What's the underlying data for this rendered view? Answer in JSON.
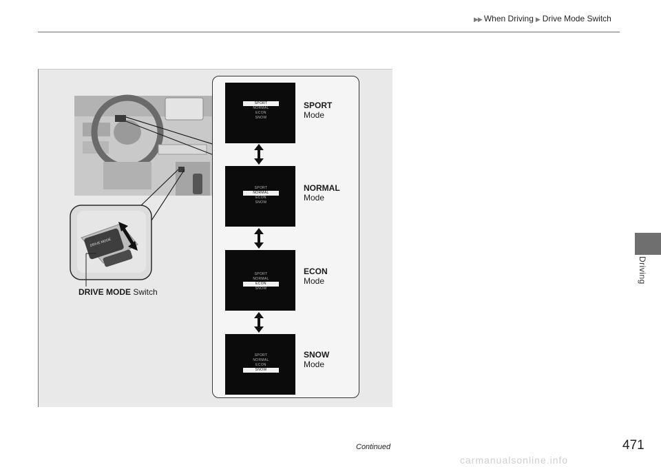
{
  "header": {
    "breadcrumb": [
      "When Driving",
      "Drive Mode Switch"
    ]
  },
  "side_tab": {
    "label": "Driving"
  },
  "figure": {
    "switch_label_bold": "DRIVE MODE",
    "switch_label_rest": " Switch",
    "switch_button_text": "DRIVE MODE",
    "modes": [
      {
        "name": "SPORT",
        "suffix": "Mode"
      },
      {
        "name": "NORMAL",
        "suffix": "Mode"
      },
      {
        "name": "ECON",
        "suffix": "Mode"
      },
      {
        "name": "SNOW",
        "suffix": "Mode"
      }
    ],
    "screen_menu": [
      "SPORT",
      "NORMAL",
      "ECON",
      "SNOW"
    ]
  },
  "footer": {
    "continued": "Continued",
    "page_number": "471"
  },
  "watermark": "carmanualsonline.info",
  "colors": {
    "figure_bg": "#e9e9e9",
    "side_tab": "#6f6f6f",
    "screen_bg": "#0b0b0b"
  }
}
